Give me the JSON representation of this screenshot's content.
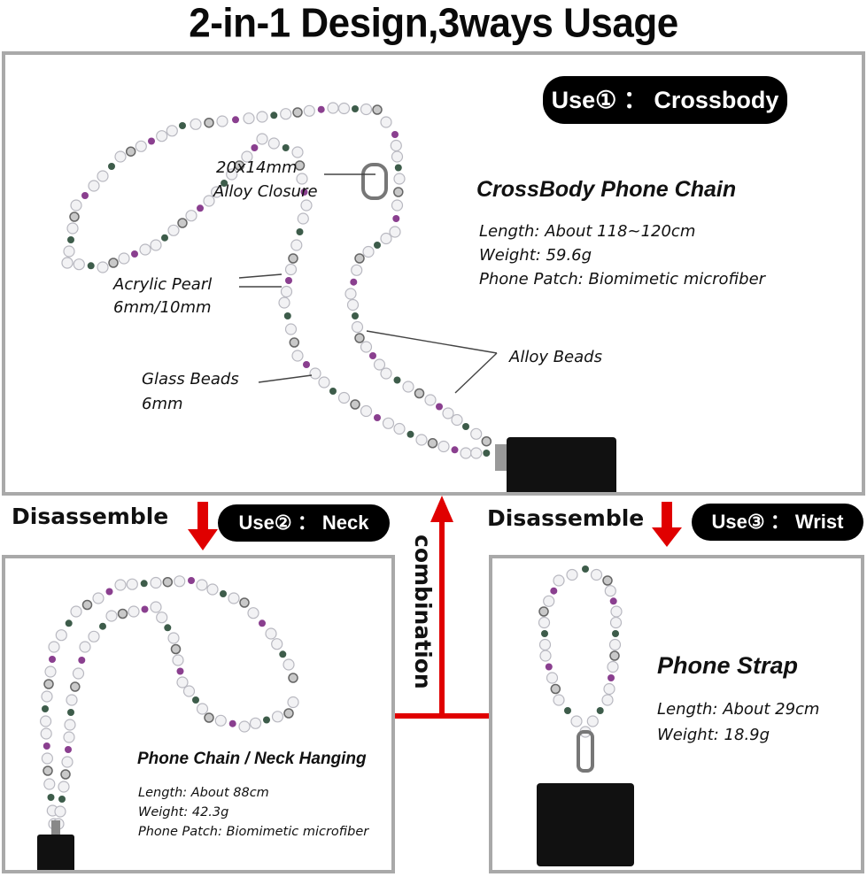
{
  "title": "2-in-1 Design,3ways Usage",
  "colors": {
    "arrow": "#e00000",
    "panel_border": "#a9a9a9",
    "pill_bg": "#000000",
    "patch": "#111111"
  },
  "crossbody": {
    "pill": "Use① ： Crossbody",
    "heading": "CrossBody Phone Chain",
    "specs": [
      "Length: About 118~120cm",
      "Weight: 59.6g",
      "Phone Patch: Biomimetic microfiber"
    ],
    "callouts": {
      "closure_1": "20x14mm",
      "closure_2": "Alloy Closure",
      "pearl_1": "Acrylic Pearl",
      "pearl_2": "6mm/10mm",
      "glass_1": "Glass Beads",
      "glass_2": "6mm",
      "alloy": "Alloy Beads"
    }
  },
  "neck": {
    "disassemble": "Disassemble",
    "pill": "Use② ： Neck",
    "heading": "Phone Chain / Neck Hanging",
    "specs": [
      "Length: About 88cm",
      "Weight: 42.3g",
      "Phone Patch: Biomimetic microfiber"
    ]
  },
  "wrist": {
    "disassemble": "Disassemble",
    "pill": "Use③ ： Wrist",
    "heading": "Phone Strap",
    "specs": [
      "Length: About 29cm",
      "Weight: 18.9g"
    ]
  },
  "combination": "combination"
}
